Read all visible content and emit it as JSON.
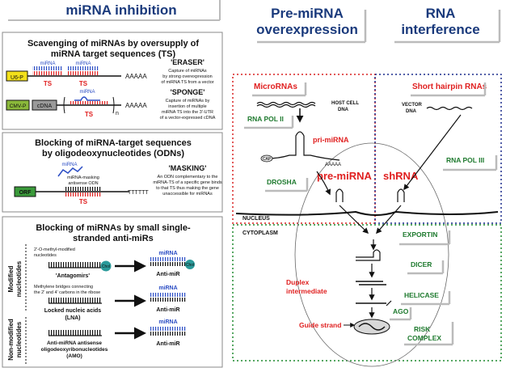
{
  "headers": {
    "mirna_inhibition": "miRNA inhibition",
    "premirna_line1": "Pre-miRNA",
    "premirna_line2": "overexpression",
    "rnai_line1": "RNA",
    "rnai_line2": "interference"
  },
  "panel1": {
    "title_line1": "Scavenging of miRNAs by oversupply of",
    "title_line2": "miRNA target sequences (TS)",
    "u6p": "U6-P",
    "cmvp": "CMV-P",
    "cdna": "cDNA",
    "mirna": "miRNA",
    "ts": "TS",
    "polya": "AAAAA",
    "n": "n",
    "eraser_title": "'ERASER'",
    "eraser_desc": [
      "Capture of miRNAs",
      "by strong overexpression",
      "of miRNA TS from a vector"
    ],
    "sponge_title": "'SPONGE'",
    "sponge_desc": [
      "Capture of miRNAs by",
      "insertion of multiple",
      "miRNA TS into the 3'-UTR",
      "of a vector-expressed cDNA"
    ]
  },
  "panel2": {
    "title_line1": "Blocking of miRNA-target sequences",
    "title_line2": "by oligodeoxynucleotides (ODNs)",
    "mirna": "miRNA",
    "orf": "ORF",
    "odn_label": [
      "miRNA-masking",
      "antisense ODN"
    ],
    "ts": "TS",
    "polyt": "TTTTTT",
    "masking_title": "'MASKING'",
    "masking_desc": [
      "An ODN complementary to the",
      "miRNA-TS of a specific gene binds",
      "to that TS thus making the gene",
      "unaccessible for miRNAs"
    ]
  },
  "panel3": {
    "title_line1": "Blocking of miRNAs by small single-",
    "title_line2": "stranded anti-miRs",
    "side_modified": [
      "Modified",
      "nucleotides"
    ],
    "side_nonmodified": [
      "Non-modified",
      "nucleotides"
    ],
    "omethyl": [
      "2'-O-methyl-modified",
      "nucleotides"
    ],
    "chol": "Chol",
    "antagomirs": "'Antagomirs'",
    "methylene": [
      "Methylene bridges connecting",
      "the 2' and 4' carbons in the ribose"
    ],
    "lna": [
      "Locked nucleic acids",
      "(LNA)"
    ],
    "amo": [
      "Anti-miRNA antisense",
      "oligodeoxyribonucleotides",
      "(AMO)"
    ],
    "mirna": "miRNA",
    "antimir": "Anti-miR"
  },
  "pathway": {
    "micrornas": "MicroRNAs",
    "short_hairpin": "Short hairpin RNAs",
    "host_cell_dna": [
      "HOST CELL",
      "DNA"
    ],
    "vector_dna": [
      "VECTOR",
      "DNA"
    ],
    "rna_pol2": "RNA POL II",
    "rna_pol3": "RNA POL III",
    "pri_mirna": "pri-miRNA",
    "cap": "CAP",
    "aaaaa": "AAAAA",
    "drosha": "DROSHA",
    "pre_mirna": "pre-miRNA",
    "shrna": "shRNA",
    "nucleus": "NUCLEUS",
    "cytoplasm": "CYTOPLASM",
    "exportin": "EXPORTIN",
    "dicer": "DICER",
    "duplex": [
      "Duplex",
      "intermediate"
    ],
    "helicase": "HELICASE",
    "ago": "AGO",
    "guide_strand": "Guide strand",
    "risc": [
      "RISK",
      "COMPLEX"
    ]
  },
  "colors": {
    "header_blue": "#1a3a7c",
    "red": "#e02020",
    "green": "#1e7a2e",
    "blue_text": "#2a4cc4",
    "orf_green": "#3a9a3a",
    "u6_yellow": "#f2e01a",
    "cmv_green": "#8ab83a",
    "chol_teal": "#2a9a9a"
  }
}
